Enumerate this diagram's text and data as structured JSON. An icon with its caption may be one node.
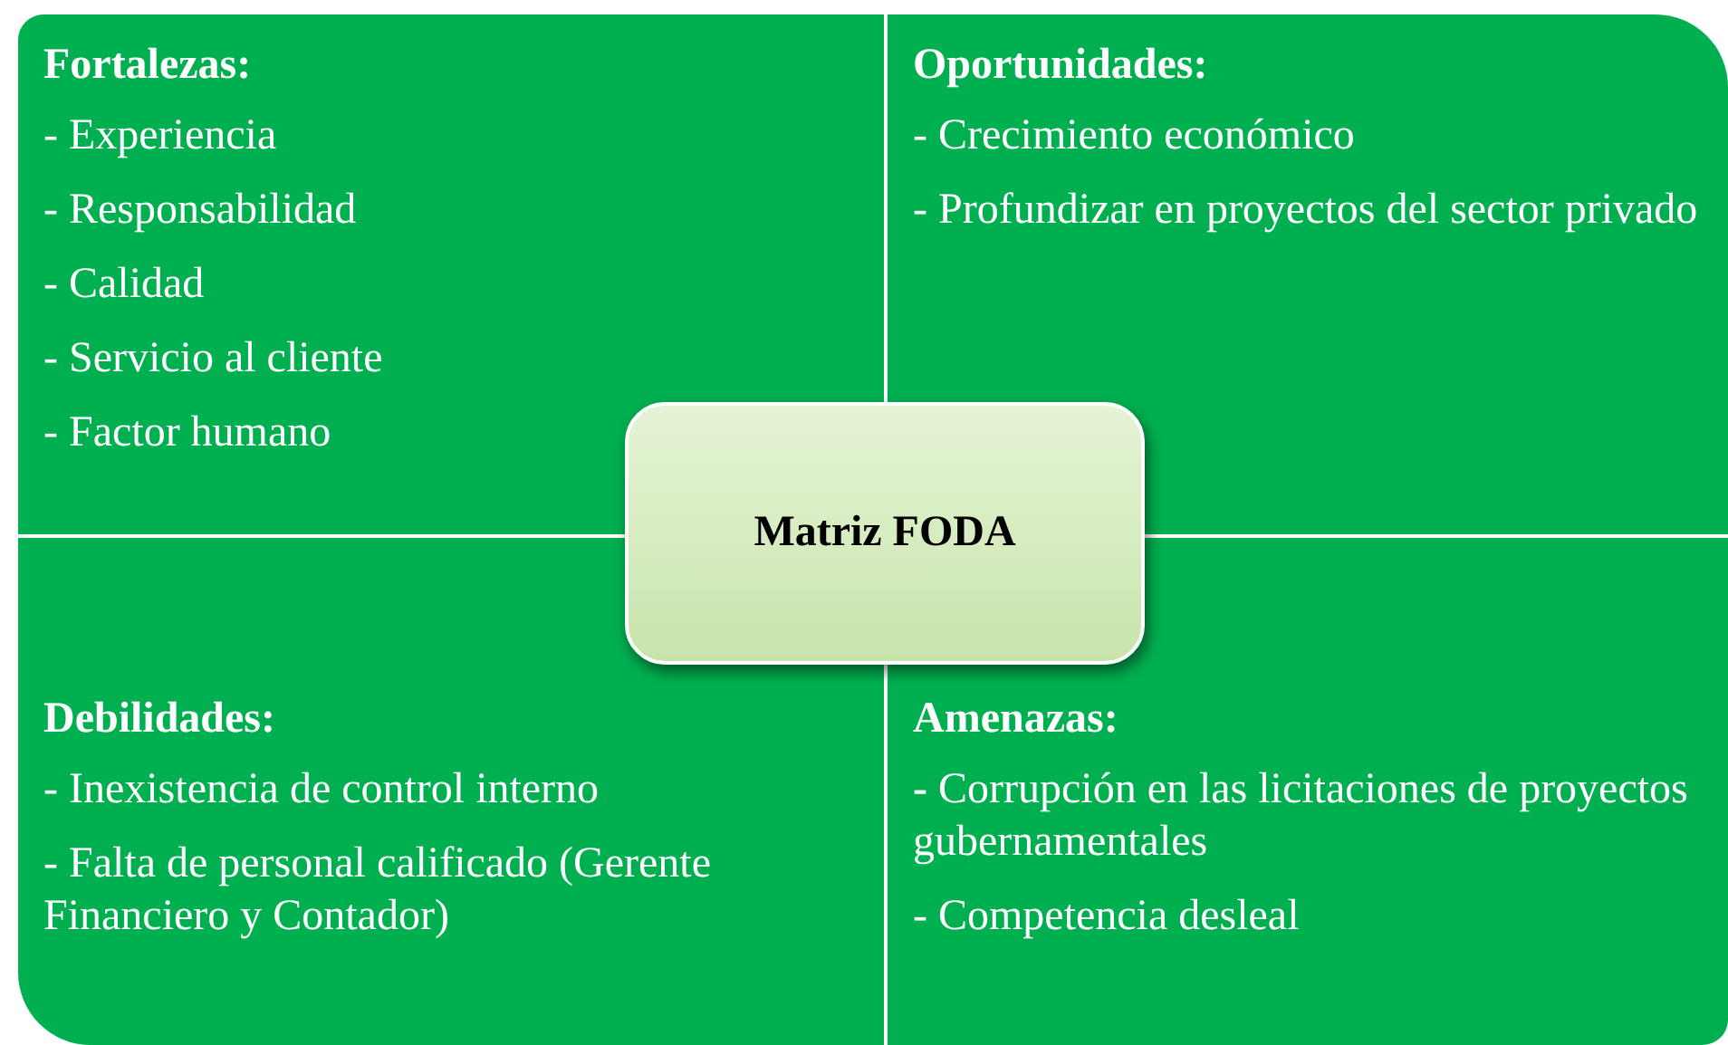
{
  "diagram": {
    "nodes": [
      {
        "text": [
          "Fortalezas:",
          "- Experiencia",
          "- Responsabilidad",
          "- Calidad",
          "- Servicio al cliente",
          "- Factor humano"
        ]
      },
      {
        "text": [
          "Oportunidades:",
          "- Crecimiento económico",
          "- Profundizar en proyectos del sector privado"
        ]
      },
      {
        "text": [
          "Matriz FODA"
        ]
      },
      {
        "text": [
          "Debilidades:",
          "- Inexistencia de control interno",
          "- Falta de personal calificado (Gerente Financiero y Contador)"
        ]
      },
      {
        "text": [
          "Amenazas:",
          "**-** Corrupción en las licitaciones de proyectos gubernamentales",
          "- Competencia desleal"
        ]
      }
    ]
  }
}
